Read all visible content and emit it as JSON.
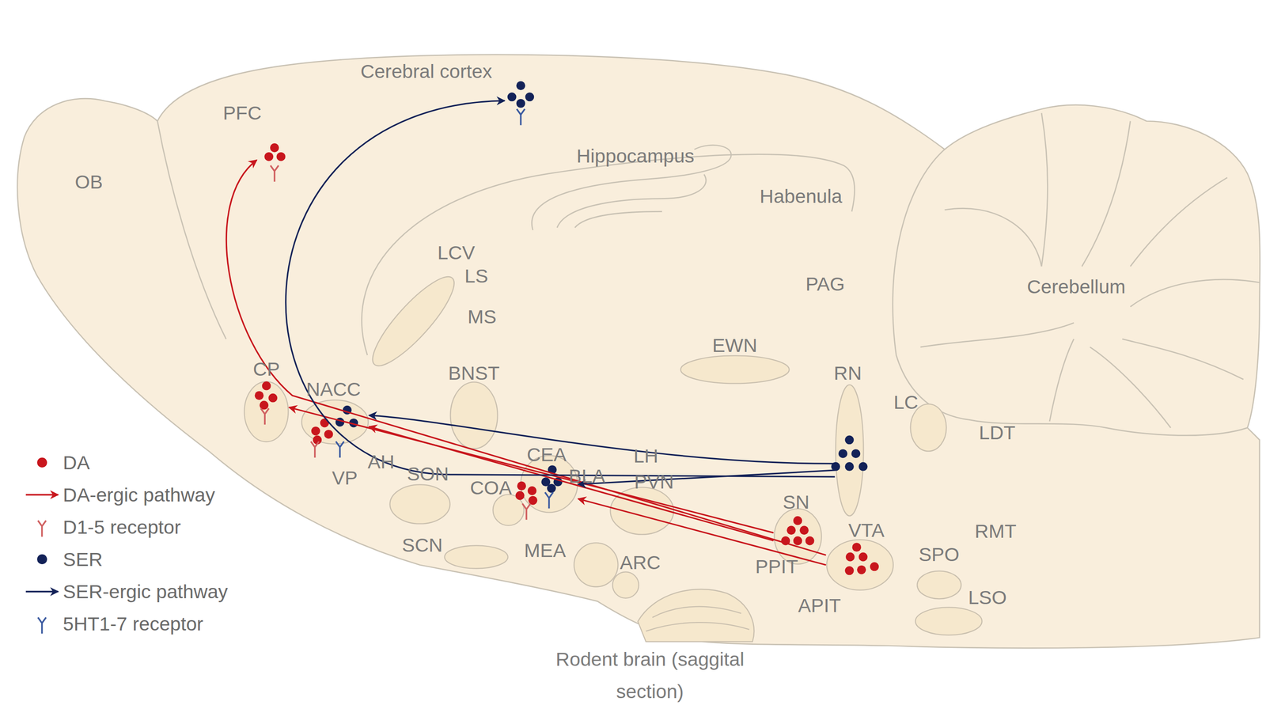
{
  "diagram": {
    "caption": "Rodent brain (saggital section)",
    "nodes": [
      {
        "text": [
          "PFC"
        ]
      },
      {
        "text": [
          "Cerebral cortex"
        ]
      },
      {
        "text": [
          "CP"
        ]
      },
      {
        "text": [
          "NACC"
        ]
      },
      {
        "text": [
          "BNST"
        ]
      },
      {
        "text": [
          "EWN"
        ]
      },
      {
        "text": [
          "RN"
        ]
      },
      {
        "text": [
          "LC"
        ]
      },
      {
        "text": [
          "CEA",
          "BLA"
        ]
      },
      {
        "text": [
          "PVN"
        ]
      },
      {
        "text": [
          "SON"
        ]
      },
      {
        "text": [
          "COA"
        ]
      },
      {
        "text": [
          "SN"
        ]
      },
      {
        "text": [
          "VTA"
        ]
      },
      {
        "text": [
          "MEA"
        ]
      },
      {
        "text": [
          "SCN"
        ]
      },
      {
        "text": [
          "ARC"
        ]
      },
      {
        "text": [
          "SPO"
        ]
      },
      {
        "text": [
          "LSO"
        ]
      }
    ],
    "edges": [
      {
        "from": 12,
        "to": 2,
        "arrow": "to"
      },
      {
        "from": 12,
        "to": 3,
        "arrow": "to"
      },
      {
        "from": 13,
        "to": 8,
        "arrow": "to"
      },
      {
        "from": 13,
        "to": 0,
        "arrow": "to"
      },
      {
        "from": 6,
        "to": 1,
        "arrow": "to"
      },
      {
        "from": 6,
        "to": 3,
        "arrow": "to"
      },
      {
        "from": 6,
        "to": 8,
        "arrow": "to"
      }
    ],
    "labels": [
      "OB",
      "Hippocampus",
      "Habenula",
      "LCV",
      "LS",
      "MS",
      "PAG",
      "Cerebellum",
      "LH",
      "AH",
      "VP",
      "LDT",
      "RMT",
      "PPIT",
      "APIT"
    ],
    "legend": [
      {
        "text": "DA",
        "color": "#c8161d"
      },
      {
        "text": "DA-ergic pathway"
      },
      {
        "text": "D1-5 receptor"
      },
      {
        "text": "SER",
        "color": "#132258"
      },
      {
        "text": "SER-ergic pathway"
      },
      {
        "text": "5HT1-7 receptor"
      }
    ]
  }
}
